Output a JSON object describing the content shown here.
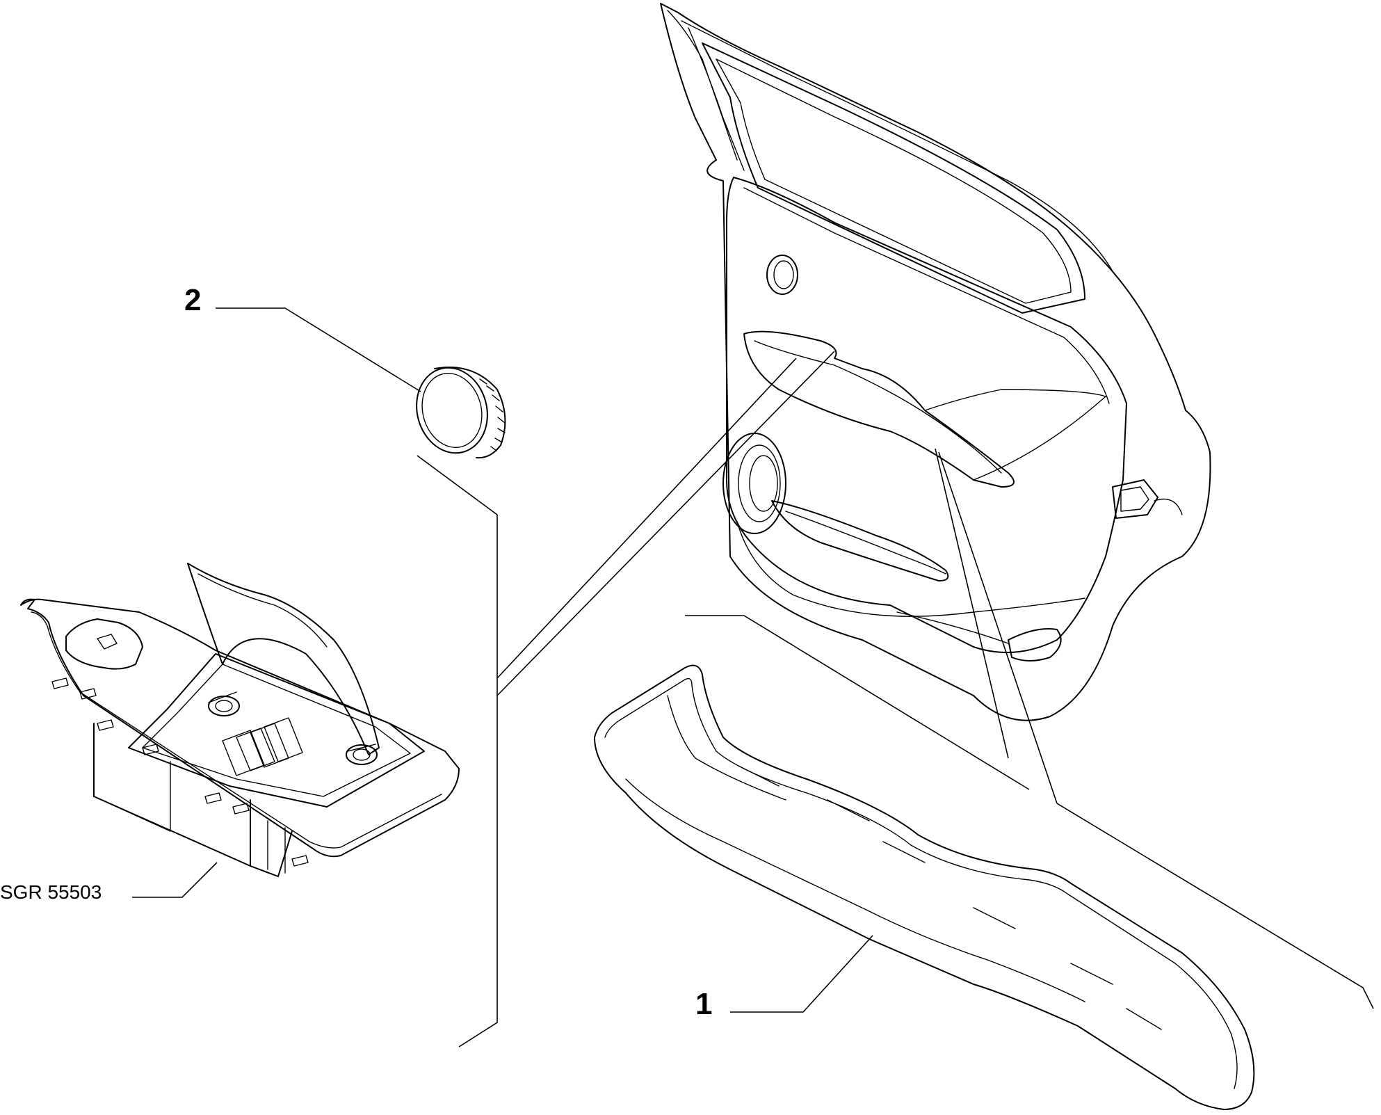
{
  "drawing_code": "SGR 55503",
  "callouts": [
    {
      "number": "1"
    },
    {
      "number": "2"
    }
  ]
}
